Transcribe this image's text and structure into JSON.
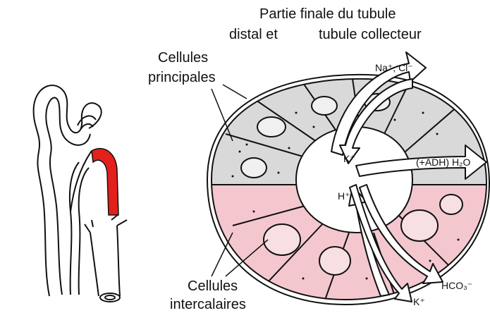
{
  "title": {
    "line1": "Partie finale du tubule",
    "line2_left": "distal et",
    "line2_right": "tubule collecteur"
  },
  "labels": {
    "principal_line1": "Cellules",
    "principal_line2": "principales",
    "intercalated_line1": "Cellules",
    "intercalated_line2": "intercalaires"
  },
  "ions": {
    "na_cl": "Na⁺, Cl⁻",
    "k_upper": "K⁺",
    "adh_h2o": "(+ADH) H₂O",
    "h_plus": "H⁺",
    "hco3": "HCO₃⁻",
    "k_lower": "K⁺"
  },
  "colors": {
    "highlight_segment": "#e3201b",
    "principal_cells": "#d9d9d9",
    "intercalated_cells": "#f4c7cf",
    "outline": "#111111"
  }
}
